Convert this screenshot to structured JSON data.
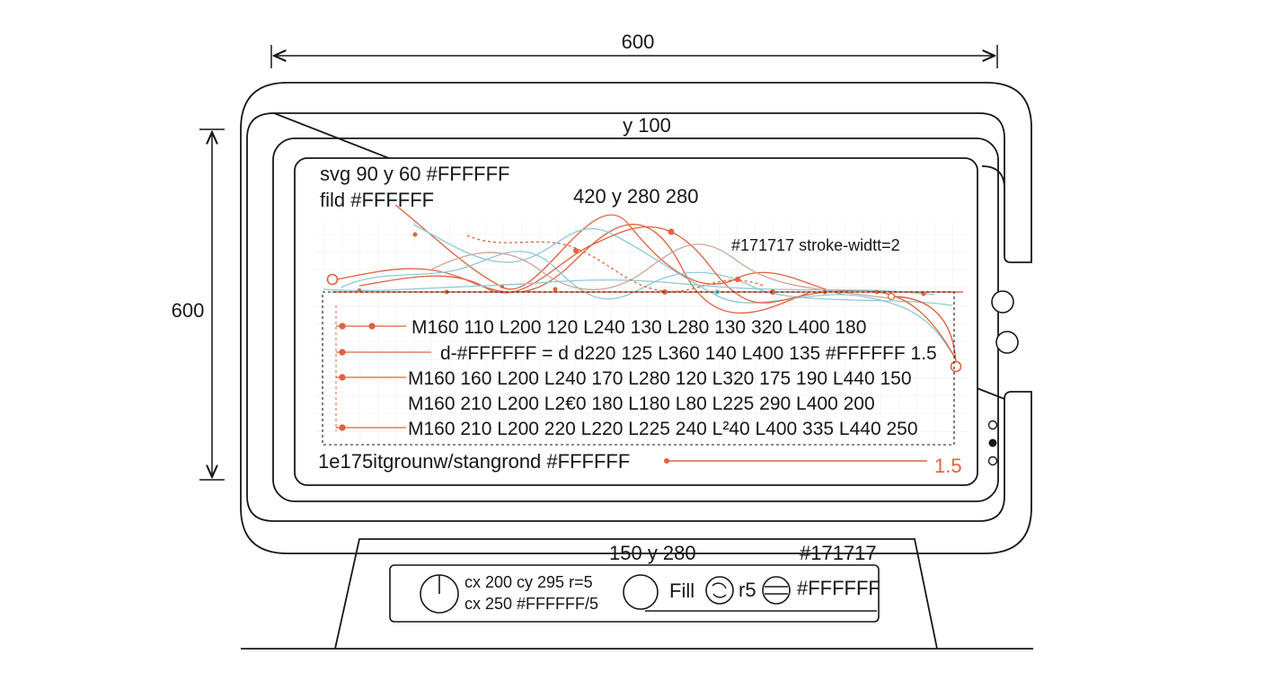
{
  "dimensions": {
    "width_label": "600",
    "height_label": "600"
  },
  "screen": {
    "header_label": "y 100",
    "svg_label": "svg 90 y 60 #FFFFFF",
    "fill_label": "fild #FFFFFF",
    "peak_label": "420 y 280 280",
    "stroke_label": "#171717  stroke-widtt=2",
    "paths": [
      "M160 110 L200 120 L240 130 L280 130 320 L400 180",
      "d-#FFFFFF = d d220 125 L360 140 L400 135 #FFFFFF 1.5",
      "M160 160 L200 L240 170 L280 120 L320 175  190 L440 150",
      "M160 210 L200 L2€0 180 L180 L80 L225 290 L400 200",
      "M160 210 L200 220 L220 L225  240 L²40 L400 335 L440 250"
    ],
    "footer_label": "1e175itgrounw/stangrond #FFFFFF",
    "footer_value": "1.5"
  },
  "base": {
    "top_left_label": "150 y 280",
    "top_right_label": "#171717",
    "circle_line1": "cx 200 cy 295 r=5",
    "circle_line2": "cx 250 #FFFFFF/5",
    "fill_label": "Fill",
    "r_label": "r5",
    "swatch_label": "#FFFFFF"
  },
  "colors": {
    "ink": "#171717",
    "accent": "#E0623F",
    "teal": "#8FC9D4",
    "background": "#FFFFFF"
  },
  "icons": [
    "power-icon",
    "fill-circle-icon",
    "refresh-icon",
    "menu-icon"
  ]
}
